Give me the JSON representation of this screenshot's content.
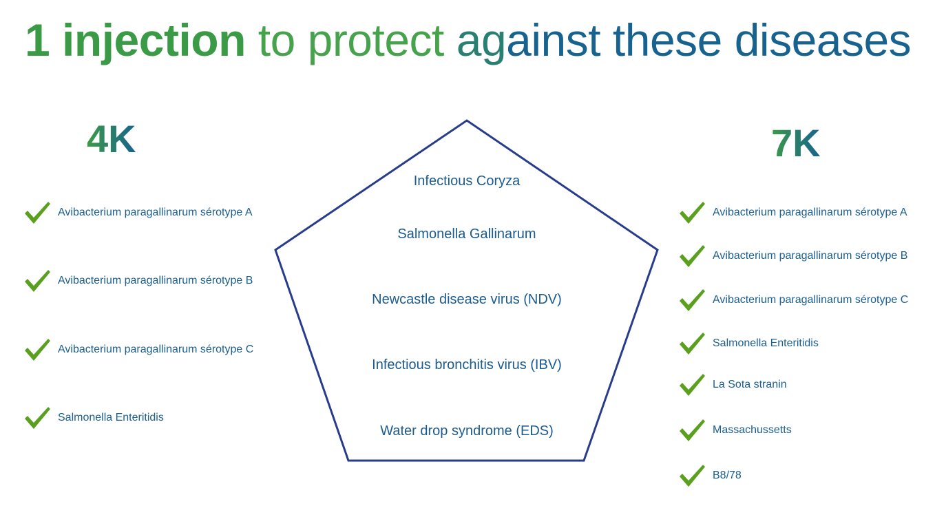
{
  "title": {
    "part1": "1 injection",
    "part2": "to protect",
    "part3": "ag",
    "part4": "ainst these diseases"
  },
  "left": {
    "heading": "4K",
    "items": [
      "Avibacterium paragallinarum sérotype A",
      "Avibacterium paragallinarum sérotype B",
      "Avibacterium paragallinarum sérotype C",
      "Salmonella Enteritidis"
    ]
  },
  "right": {
    "heading": "7K",
    "items": [
      "Avibacterium paragallinarum sérotype A",
      "Avibacterium paragallinarum sérotype B",
      "Avibacterium paragallinarum sérotype C",
      "Salmonella Enteritidis",
      "La Sota stranin",
      "Massachussetts",
      "B8/78"
    ]
  },
  "pentagon": {
    "diseases": [
      "Infectious Coryza",
      "Salmonella Gallinarum",
      "Newcastle disease virus (NDV)",
      "Infectious bronchitis virus (IBV)",
      "Water drop syndrome (EDS)"
    ]
  },
  "colors": {
    "green": "#3b9a45",
    "blue": "#17628f",
    "check_green": "#5aa01e",
    "pentagon_stroke": "#283c8c"
  },
  "icons": {
    "bullet": "checkmark-icon"
  }
}
